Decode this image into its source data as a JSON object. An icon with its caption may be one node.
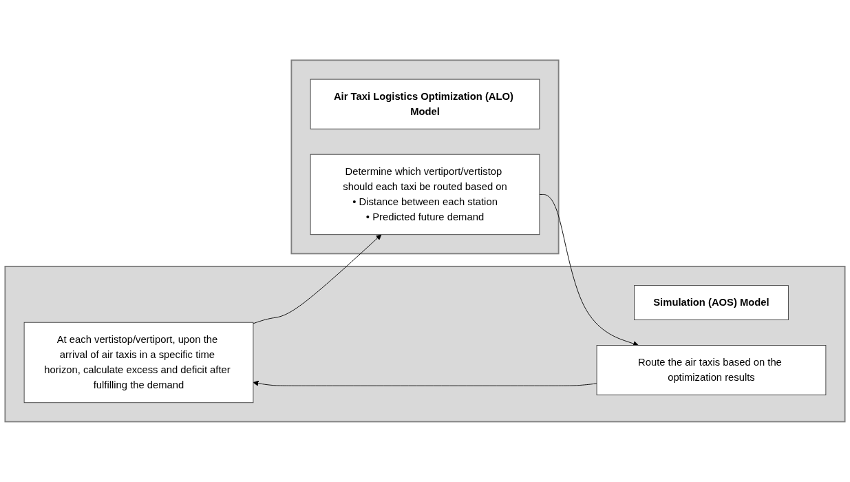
{
  "diagram": {
    "nodes": [
      {
        "text": [],
        "shape": "box"
      },
      {
        "text": [
          "Simulation (AOS) Model"
        ],
        "in": 0
      },
      {
        "text": [
          "At each vertistop/vertiport, upon the arrival of air taxis in a specific time horizon, calculate excess and deficit after fulfilling the demand"
        ],
        "in": 0
      },
      {
        "text": [
          "Route the air taxis based on the optimization results"
        ],
        "in": 0
      },
      {
        "text": [],
        "shape": "box"
      },
      {
        "text": [
          "Air Taxi Logistics Optimization (ALO) Model"
        ],
        "in": 4
      },
      {
        "text": [
          "Determine which vertiport/vertistop should each taxi be routed based on",
          "• Distance between each station",
          "• Predicted future demand"
        ],
        "in": 4
      }
    ],
    "edges": [
      {
        "from": 2,
        "to": 6,
        "arrow": "to"
      },
      {
        "from": 6,
        "to": 3,
        "arrow": "to"
      },
      {
        "from": 3,
        "to": 2,
        "arrow": "to"
      }
    ]
  }
}
